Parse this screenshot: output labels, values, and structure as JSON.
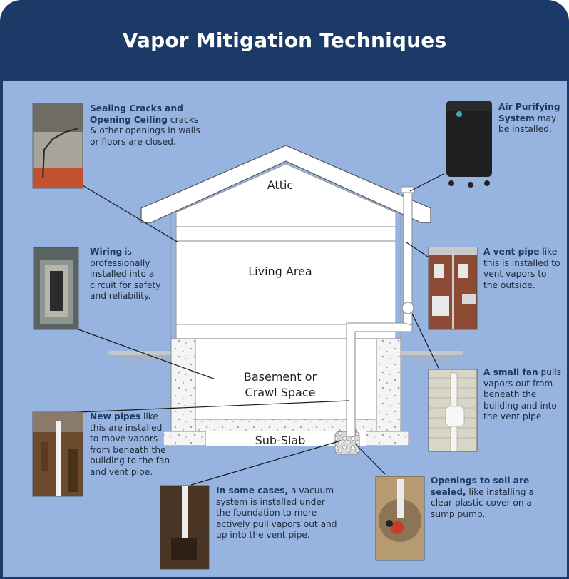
{
  "title": "Vapor Mitigation Techniques",
  "house_labels": {
    "attic": "Attic",
    "living": "Living Area",
    "basement_line1": "Basement or",
    "basement_line2": "Crawl Space",
    "subslab": "Sub-Slab"
  },
  "callouts": {
    "sealing": {
      "bold": "Sealing Cracks and Opening Ceiling",
      "text": " cracks & other openings in walls or floors are closed."
    },
    "air": {
      "bold": "Air Purifying System",
      "text": " may be installed."
    },
    "wiring": {
      "bold": "Wiring",
      "text": " is professionally installed into a circuit for safety and reliability."
    },
    "ventpipe": {
      "bold": "A vent pipe",
      "text": " like this is installed to vent vapors to the outside."
    },
    "fan": {
      "bold": "A small fan",
      "text": " pulls vapors out from beneath the building and into the vent pipe."
    },
    "pipes": {
      "bold": "New pipes",
      "text": " like this are installed to move vapors from beneath the building to the fan and vent pipe."
    },
    "vacuum": {
      "bold": "In some cases,",
      "text": " a vacuum system is installed under the foundation to more actively pull vapors out and up into the vent pipe."
    },
    "openings": {
      "bold": "Openings to soil are sealed,",
      "text": " like installing a clear plastic cover on a sump pump."
    }
  }
}
